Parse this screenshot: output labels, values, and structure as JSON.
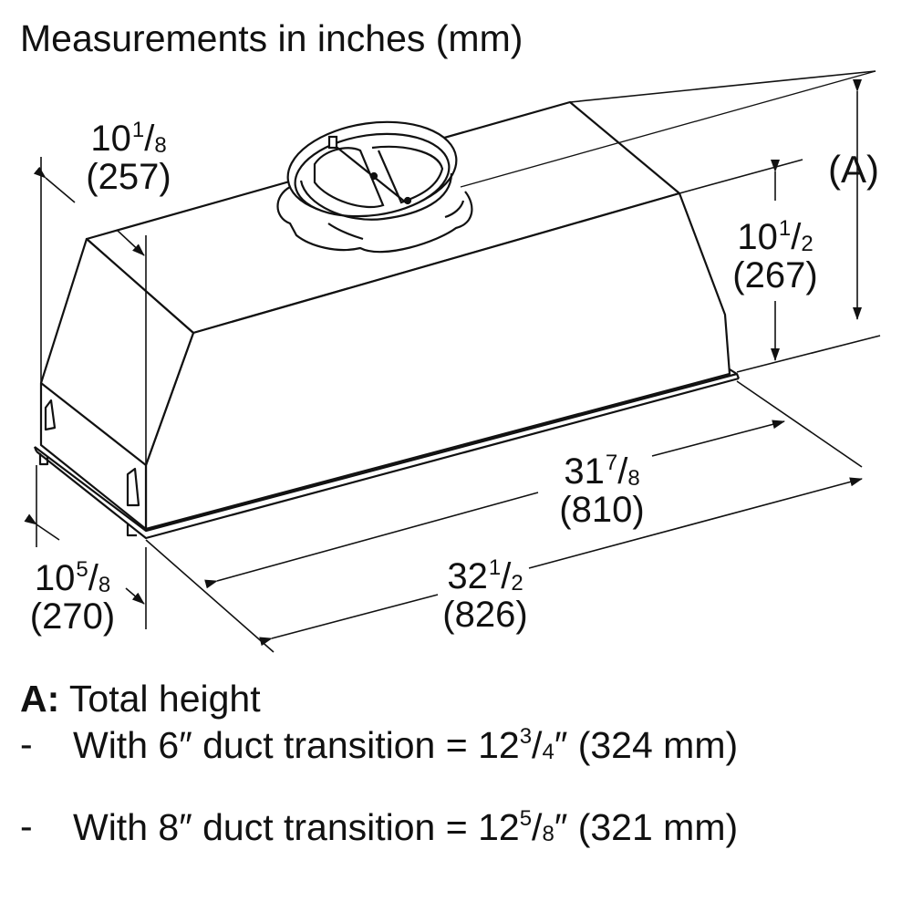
{
  "title": "Measurements in inches (mm)",
  "callout_label": "(A)",
  "dimensions": {
    "depth_top": {
      "whole": "10",
      "num": "1",
      "den": "8",
      "mm": "(257)"
    },
    "height": {
      "whole": "10",
      "num": "1",
      "den": "2",
      "mm": "(267)"
    },
    "width_inner": {
      "whole": "31",
      "num": "7",
      "den": "8",
      "mm": "(810)"
    },
    "width_outer": {
      "whole": "32",
      "num": "1",
      "den": "2",
      "mm": "(826)"
    },
    "depth_bottom": {
      "whole": "10",
      "num": "5",
      "den": "8",
      "mm": "(270)"
    }
  },
  "notes": {
    "key": "A:",
    "heading": "Total height",
    "dash": "-",
    "items": [
      {
        "prefix": "With 6″ duct transition = 12",
        "num": "3",
        "den": "4",
        "suffix": "″ (324 mm)"
      },
      {
        "prefix": "With 8″ duct transition = 12",
        "num": "5",
        "den": "8",
        "suffix": "″ (321 mm)"
      }
    ]
  }
}
